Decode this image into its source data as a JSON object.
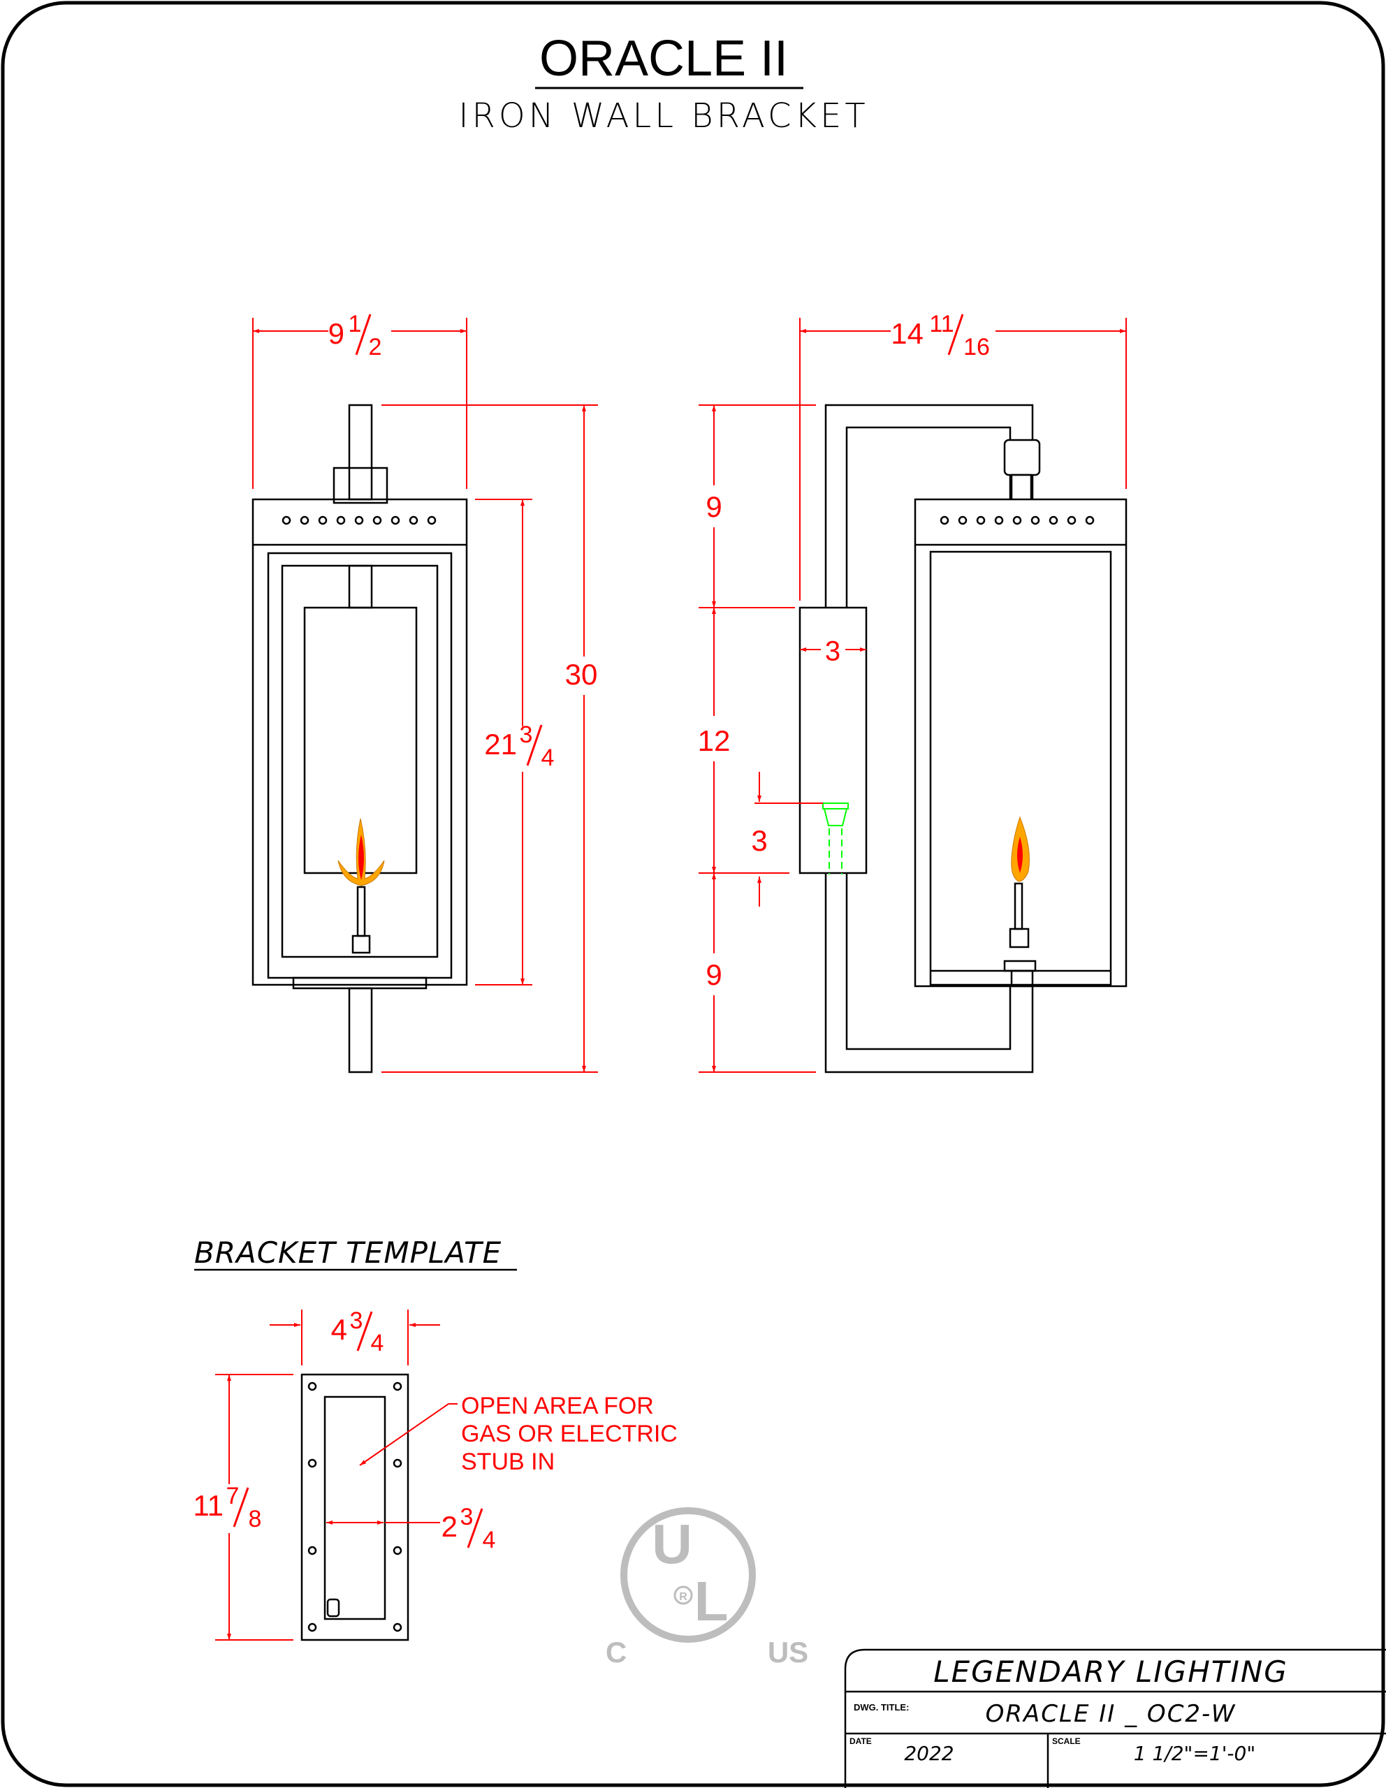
{
  "title": "ORACLE II",
  "subtitle": "IRON WALL BRACKET",
  "front_view": {
    "width": {
      "whole": "9",
      "num": "1",
      "den": "2"
    },
    "overall_height": "30",
    "lantern_height": {
      "whole": "21",
      "num": "3",
      "den": "4"
    }
  },
  "side_view": {
    "depth": {
      "whole": "14",
      "num": "11",
      "den": "16"
    },
    "top_offset": "9",
    "plate_height": "12",
    "plate_width": "3",
    "stub_height": "3",
    "bottom_offset": "9"
  },
  "template": {
    "heading": "BRACKET TEMPLATE",
    "width": {
      "whole": "4",
      "num": "3",
      "den": "4"
    },
    "height": {
      "whole": "11",
      "num": "7",
      "den": "8"
    },
    "opening_width": {
      "whole": "2",
      "num": "3",
      "den": "4"
    },
    "note_lines": [
      "OPEN AREA FOR",
      "GAS OR ELECTRIC",
      "STUB IN"
    ]
  },
  "certification": {
    "c": "C",
    "u": "U",
    "l": "L",
    "r": "R",
    "us": "US"
  },
  "title_block": {
    "company": "LEGENDARY LIGHTING",
    "dwg_title_label": "DWG. TITLE:",
    "dwg_title": "ORACLE II _ OC2-W",
    "date_label": "DATE",
    "date": "2022",
    "scale_label": "SCALE",
    "scale": "1 1/2\"=1'-0\""
  },
  "colors": {
    "dimension": "#ff0000",
    "stub_outline": "#00ff00",
    "flame_outer": "#ffa500",
    "flame_inner": "#ff0000",
    "ul_mark": "#bdbdbd"
  }
}
